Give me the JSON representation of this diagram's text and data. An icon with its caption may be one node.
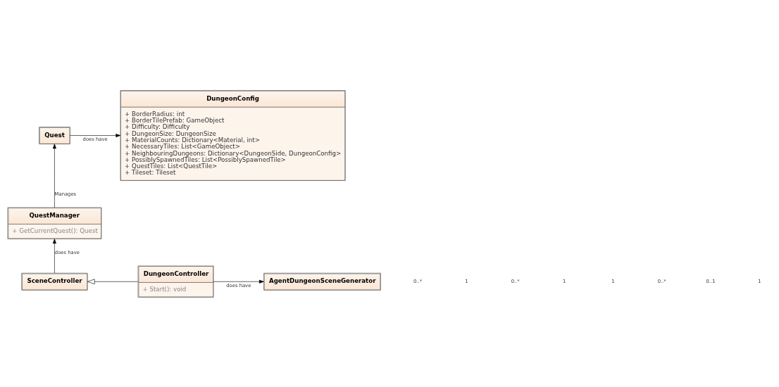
{
  "diagram": {
    "nodes": [
      {
        "text": [
          "Quest"
        ]
      },
      {
        "text": [
          "DungeonConfig",
          "+ BorderRadius: int",
          "+ BorderTilePrefab: GameObject",
          "+ Difficulty: Difficulty",
          "+ DungeonSize: DungeonSize",
          "+ MaterialCounts: Dictionary<Material, int>",
          "+ NecessaryTiles: List<GameObject>",
          "+ NeighbouringDungeons: Dictionary<DungeonSide, DungeonConfig>",
          "+ PossiblySpawnedTiles: List<PossiblySpawnedTile>",
          "+ QuestTiles: List<QuestTile>",
          "+ Tileset: Tileset"
        ]
      },
      {
        "text": [
          "QuestManager",
          "+ GetCurrentQuest(): Quest"
        ]
      },
      {
        "text": [
          "SceneController"
        ]
      },
      {
        "text": [
          "DungeonController",
          "+ Start(): void"
        ]
      },
      {
        "text": [
          "AgentDungeonSceneGenerator"
        ]
      }
    ],
    "edges": [
      {
        "from": 0,
        "to": 1,
        "arrow": "to",
        "label": "does have"
      },
      {
        "from": 2,
        "to": 0,
        "arrow": "to",
        "label": "Manages"
      },
      {
        "from": 3,
        "to": 2,
        "arrow": "to",
        "label": "does have"
      },
      {
        "from": 4,
        "to": 3,
        "arrow": "to"
      },
      {
        "from": 4,
        "to": 5,
        "arrow": "to",
        "label": "does have"
      }
    ],
    "labels": [
      "0..*",
      "1",
      "0..*",
      "1",
      "1",
      "0..*",
      "0..1",
      "1"
    ]
  }
}
